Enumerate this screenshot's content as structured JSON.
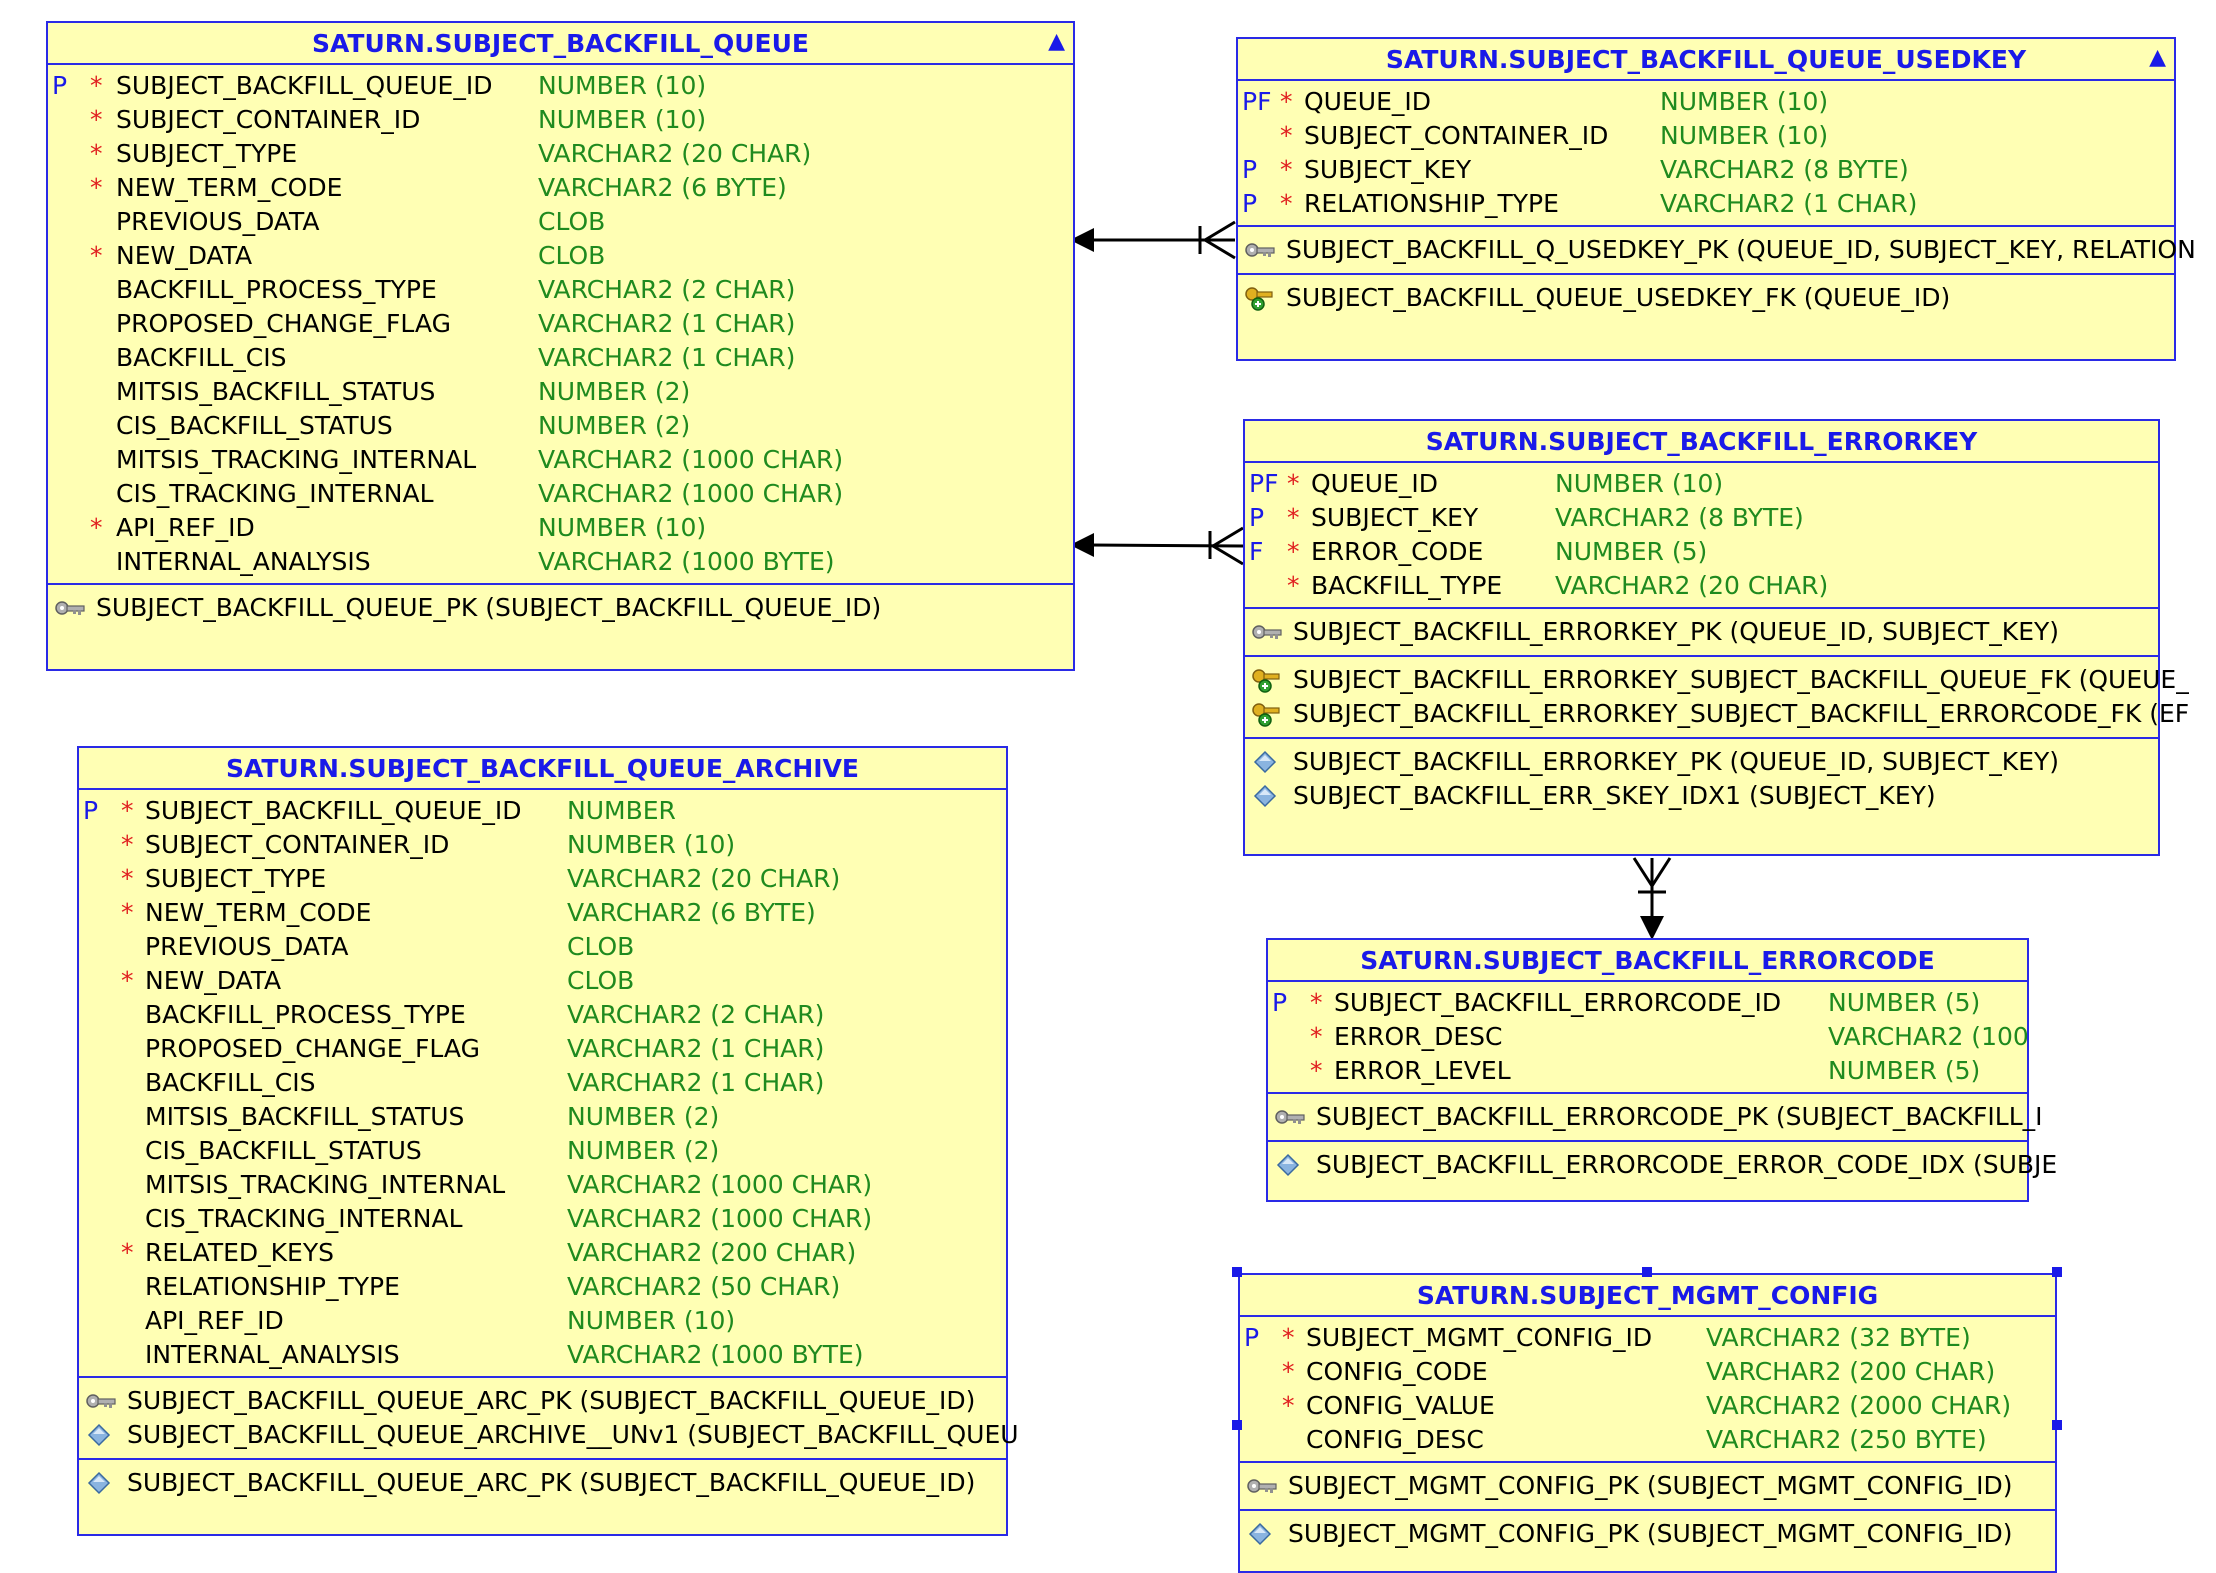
{
  "icons": {
    "pk": "pk-key-icon",
    "fk": "fk-key-icon",
    "index": "index-diamond-icon",
    "toggle": "collapse-triangle-icon"
  },
  "colors": {
    "border": "#2a2ae6",
    "fill": "#ffffb4",
    "title": "#1a1ae8",
    "type": "#1f8a1f",
    "required": "#e02020"
  },
  "entities": {
    "queue": {
      "title": "SATURN.SUBJECT_BACKFILL_QUEUE",
      "toggle": "▲",
      "columns": [
        {
          "key": "P",
          "req": "*",
          "name": "SUBJECT_BACKFILL_QUEUE_ID",
          "type": "NUMBER (10)"
        },
        {
          "key": "",
          "req": "*",
          "name": "SUBJECT_CONTAINER_ID",
          "type": "NUMBER (10)"
        },
        {
          "key": "",
          "req": "*",
          "name": "SUBJECT_TYPE",
          "type": "VARCHAR2 (20 CHAR)"
        },
        {
          "key": "",
          "req": "*",
          "name": "NEW_TERM_CODE",
          "type": "VARCHAR2 (6 BYTE)"
        },
        {
          "key": "",
          "req": "",
          "name": "PREVIOUS_DATA",
          "type": "CLOB"
        },
        {
          "key": "",
          "req": "*",
          "name": "NEW_DATA",
          "type": "CLOB"
        },
        {
          "key": "",
          "req": "",
          "name": "BACKFILL_PROCESS_TYPE",
          "type": "VARCHAR2 (2 CHAR)"
        },
        {
          "key": "",
          "req": "",
          "name": "PROPOSED_CHANGE_FLAG",
          "type": "VARCHAR2 (1 CHAR)"
        },
        {
          "key": "",
          "req": "",
          "name": "BACKFILL_CIS",
          "type": "VARCHAR2 (1 CHAR)"
        },
        {
          "key": "",
          "req": "",
          "name": "MITSIS_BACKFILL_STATUS",
          "type": "NUMBER (2)"
        },
        {
          "key": "",
          "req": "",
          "name": "CIS_BACKFILL_STATUS",
          "type": "NUMBER (2)"
        },
        {
          "key": "",
          "req": "",
          "name": "MITSIS_TRACKING_INTERNAL",
          "type": "VARCHAR2 (1000 CHAR)"
        },
        {
          "key": "",
          "req": "",
          "name": "CIS_TRACKING_INTERNAL",
          "type": "VARCHAR2 (1000 CHAR)"
        },
        {
          "key": "",
          "req": "*",
          "name": "API_REF_ID",
          "type": "NUMBER (10)"
        },
        {
          "key": "",
          "req": "",
          "name": "INTERNAL_ANALYSIS",
          "type": "VARCHAR2 (1000 BYTE)"
        }
      ],
      "sections": [
        [
          {
            "icon": "pk",
            "text": "SUBJECT_BACKFILL_QUEUE_PK (SUBJECT_BACKFILL_QUEUE_ID)"
          }
        ]
      ]
    },
    "usedkey": {
      "title": "SATURN.SUBJECT_BACKFILL_QUEUE_USEDKEY",
      "toggle": "▲",
      "columns": [
        {
          "key": "PF",
          "req": "*",
          "name": "QUEUE_ID",
          "type": "NUMBER (10)"
        },
        {
          "key": "",
          "req": "*",
          "name": "SUBJECT_CONTAINER_ID",
          "type": "NUMBER (10)"
        },
        {
          "key": "P",
          "req": "*",
          "name": "SUBJECT_KEY",
          "type": "VARCHAR2 (8 BYTE)"
        },
        {
          "key": "P",
          "req": "*",
          "name": "RELATIONSHIP_TYPE",
          "type": "VARCHAR2 (1 CHAR)"
        }
      ],
      "sections": [
        [
          {
            "icon": "pk",
            "text": "SUBJECT_BACKFILL_Q_USEDKEY_PK (QUEUE_ID, SUBJECT_KEY, RELATION"
          }
        ],
        [
          {
            "icon": "fk",
            "text": "SUBJECT_BACKFILL_QUEUE_USEDKEY_FK (QUEUE_ID)"
          }
        ]
      ]
    },
    "errorkey": {
      "title": "SATURN.SUBJECT_BACKFILL_ERRORKEY",
      "toggle": "",
      "columns": [
        {
          "key": "PF",
          "req": "*",
          "name": "QUEUE_ID",
          "type": "NUMBER (10)"
        },
        {
          "key": "P",
          "req": "*",
          "name": "SUBJECT_KEY",
          "type": "VARCHAR2 (8 BYTE)"
        },
        {
          "key": "F",
          "req": "*",
          "name": "ERROR_CODE",
          "type": "NUMBER (5)"
        },
        {
          "key": "",
          "req": "*",
          "name": "BACKFILL_TYPE",
          "type": "VARCHAR2 (20 CHAR)"
        }
      ],
      "sections": [
        [
          {
            "icon": "pk",
            "text": "SUBJECT_BACKFILL_ERRORKEY_PK (QUEUE_ID, SUBJECT_KEY)"
          }
        ],
        [
          {
            "icon": "fk",
            "text": "SUBJECT_BACKFILL_ERRORKEY_SUBJECT_BACKFILL_QUEUE_FK (QUEUE_"
          },
          {
            "icon": "fk",
            "text": "SUBJECT_BACKFILL_ERRORKEY_SUBJECT_BACKFILL_ERRORCODE_FK (EF"
          }
        ],
        [
          {
            "icon": "index",
            "text": "SUBJECT_BACKFILL_ERRORKEY_PK (QUEUE_ID, SUBJECT_KEY)"
          },
          {
            "icon": "index",
            "text": "SUBJECT_BACKFILL_ERR_SKEY_IDX1 (SUBJECT_KEY)"
          }
        ]
      ]
    },
    "archive": {
      "title": "SATURN.SUBJECT_BACKFILL_QUEUE_ARCHIVE",
      "toggle": "",
      "columns": [
        {
          "key": "P",
          "req": "*",
          "name": "SUBJECT_BACKFILL_QUEUE_ID",
          "type": "NUMBER"
        },
        {
          "key": "",
          "req": "*",
          "name": "SUBJECT_CONTAINER_ID",
          "type": "NUMBER (10)"
        },
        {
          "key": "",
          "req": "*",
          "name": "SUBJECT_TYPE",
          "type": "VARCHAR2 (20 CHAR)"
        },
        {
          "key": "",
          "req": "*",
          "name": "NEW_TERM_CODE",
          "type": "VARCHAR2 (6 BYTE)"
        },
        {
          "key": "",
          "req": "",
          "name": "PREVIOUS_DATA",
          "type": "CLOB"
        },
        {
          "key": "",
          "req": "*",
          "name": "NEW_DATA",
          "type": "CLOB"
        },
        {
          "key": "",
          "req": "",
          "name": "BACKFILL_PROCESS_TYPE",
          "type": "VARCHAR2 (2 CHAR)"
        },
        {
          "key": "",
          "req": "",
          "name": "PROPOSED_CHANGE_FLAG",
          "type": "VARCHAR2 (1 CHAR)"
        },
        {
          "key": "",
          "req": "",
          "name": "BACKFILL_CIS",
          "type": "VARCHAR2 (1 CHAR)"
        },
        {
          "key": "",
          "req": "",
          "name": "MITSIS_BACKFILL_STATUS",
          "type": "NUMBER (2)"
        },
        {
          "key": "",
          "req": "",
          "name": "CIS_BACKFILL_STATUS",
          "type": "NUMBER (2)"
        },
        {
          "key": "",
          "req": "",
          "name": "MITSIS_TRACKING_INTERNAL",
          "type": "VARCHAR2 (1000 CHAR)"
        },
        {
          "key": "",
          "req": "",
          "name": "CIS_TRACKING_INTERNAL",
          "type": "VARCHAR2 (1000 CHAR)"
        },
        {
          "key": "",
          "req": "*",
          "name": "RELATED_KEYS",
          "type": "VARCHAR2 (200 CHAR)"
        },
        {
          "key": "",
          "req": "",
          "name": "RELATIONSHIP_TYPE",
          "type": "VARCHAR2 (50 CHAR)"
        },
        {
          "key": "",
          "req": "",
          "name": "API_REF_ID",
          "type": "NUMBER (10)"
        },
        {
          "key": "",
          "req": "",
          "name": "INTERNAL_ANALYSIS",
          "type": "VARCHAR2 (1000 BYTE)"
        }
      ],
      "sections": [
        [
          {
            "icon": "pk",
            "text": "SUBJECT_BACKFILL_QUEUE_ARC_PK (SUBJECT_BACKFILL_QUEUE_ID)"
          },
          {
            "icon": "index",
            "text": "SUBJECT_BACKFILL_QUEUE_ARCHIVE__UNv1 (SUBJECT_BACKFILL_QUEU"
          }
        ],
        [
          {
            "icon": "index",
            "text": "SUBJECT_BACKFILL_QUEUE_ARC_PK (SUBJECT_BACKFILL_QUEUE_ID)"
          }
        ]
      ]
    },
    "errorcode": {
      "title": "SATURN.SUBJECT_BACKFILL_ERRORCODE",
      "toggle": "",
      "columns": [
        {
          "key": "P",
          "req": "*",
          "name": "SUBJECT_BACKFILL_ERRORCODE_ID",
          "type": "NUMBER (5)"
        },
        {
          "key": "",
          "req": "*",
          "name": "ERROR_DESC",
          "type": "VARCHAR2 (100"
        },
        {
          "key": "",
          "req": "*",
          "name": "ERROR_LEVEL",
          "type": "NUMBER (5)"
        }
      ],
      "sections": [
        [
          {
            "icon": "pk",
            "text": "SUBJECT_BACKFILL_ERRORCODE_PK (SUBJECT_BACKFILL_I"
          }
        ],
        [
          {
            "icon": "index",
            "text": "SUBJECT_BACKFILL_ERRORCODE_ERROR_CODE_IDX (SUBJE"
          }
        ]
      ]
    },
    "mgmt": {
      "title": "SATURN.SUBJECT_MGMT_CONFIG",
      "toggle": "",
      "columns": [
        {
          "key": "P",
          "req": "*",
          "name": "SUBJECT_MGMT_CONFIG_ID",
          "type": "VARCHAR2 (32 BYTE)"
        },
        {
          "key": "",
          "req": "*",
          "name": "CONFIG_CODE",
          "type": "VARCHAR2 (200 CHAR)"
        },
        {
          "key": "",
          "req": "*",
          "name": "CONFIG_VALUE",
          "type": "VARCHAR2 (2000 CHAR)"
        },
        {
          "key": "",
          "req": "",
          "name": "CONFIG_DESC",
          "type": "VARCHAR2 (250 BYTE)"
        }
      ],
      "sections": [
        [
          {
            "icon": "pk",
            "text": "SUBJECT_MGMT_CONFIG_PK (SUBJECT_MGMT_CONFIG_ID)"
          }
        ],
        [
          {
            "icon": "index",
            "text": "SUBJECT_MGMT_CONFIG_PK (SUBJECT_MGMT_CONFIG_ID)"
          }
        ]
      ]
    }
  },
  "relationships": [
    {
      "from": "usedkey",
      "to": "queue"
    },
    {
      "from": "errorkey",
      "to": "queue"
    },
    {
      "from": "errorkey",
      "to": "errorcode"
    }
  ]
}
